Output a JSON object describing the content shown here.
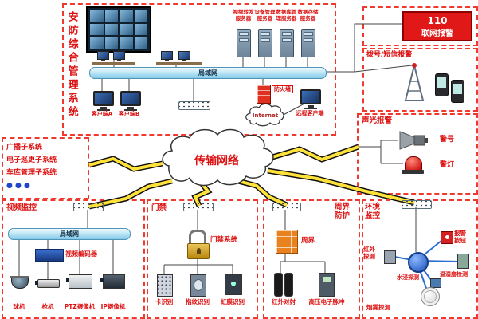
{
  "management_system": {
    "title": "安防综合管理系统",
    "server_labels": [
      "视频转发服务器",
      "设备管理服务器",
      "数据库管理服务器",
      "数据存储服务器"
    ],
    "lan_label": "局域网",
    "client_a": "客户端A",
    "client_b": "客户端B",
    "firewall": "防火墙",
    "internet": "Internet",
    "remote_client": "远程客户端"
  },
  "alarm_110": {
    "line1": "110",
    "line2": "联网报警"
  },
  "dial_sms_alarm": {
    "title": "拨号/短信报警"
  },
  "sound_light_alarm": {
    "title": "声光报警",
    "horn": "警号",
    "light": "警灯"
  },
  "subsystems": {
    "items": [
      "广播子系统",
      "电子巡更子系统",
      "车库管理子系统",
      "● ● ●"
    ]
  },
  "transmission_network": {
    "label": "传输网络"
  },
  "video_monitor": {
    "title": "视频监控",
    "lan_label": "局域网",
    "encoder": "视频编码器",
    "cameras": [
      "球机",
      "枪机",
      "PTZ摄像机",
      "IP摄像机"
    ]
  },
  "access_control": {
    "title": "门禁",
    "system": "门禁系统",
    "devices": [
      "卡识别",
      "指纹识别",
      "虹膜识别"
    ]
  },
  "perimeter": {
    "title": "周界防护",
    "wall": "周界",
    "devices": [
      "红外对射",
      "高压电子脉冲"
    ]
  },
  "environment": {
    "title": "环境监控",
    "alarm_button": "报警按钮",
    "temp_humidity": "温湿度检测",
    "infrared": "红外探测",
    "water": "水浸探测",
    "smoke": "烟雾探测"
  },
  "colors": {
    "accent_red": "#dd1111",
    "bus_blue": "#84cae9",
    "bolt_yellow": "#ffe23a"
  }
}
